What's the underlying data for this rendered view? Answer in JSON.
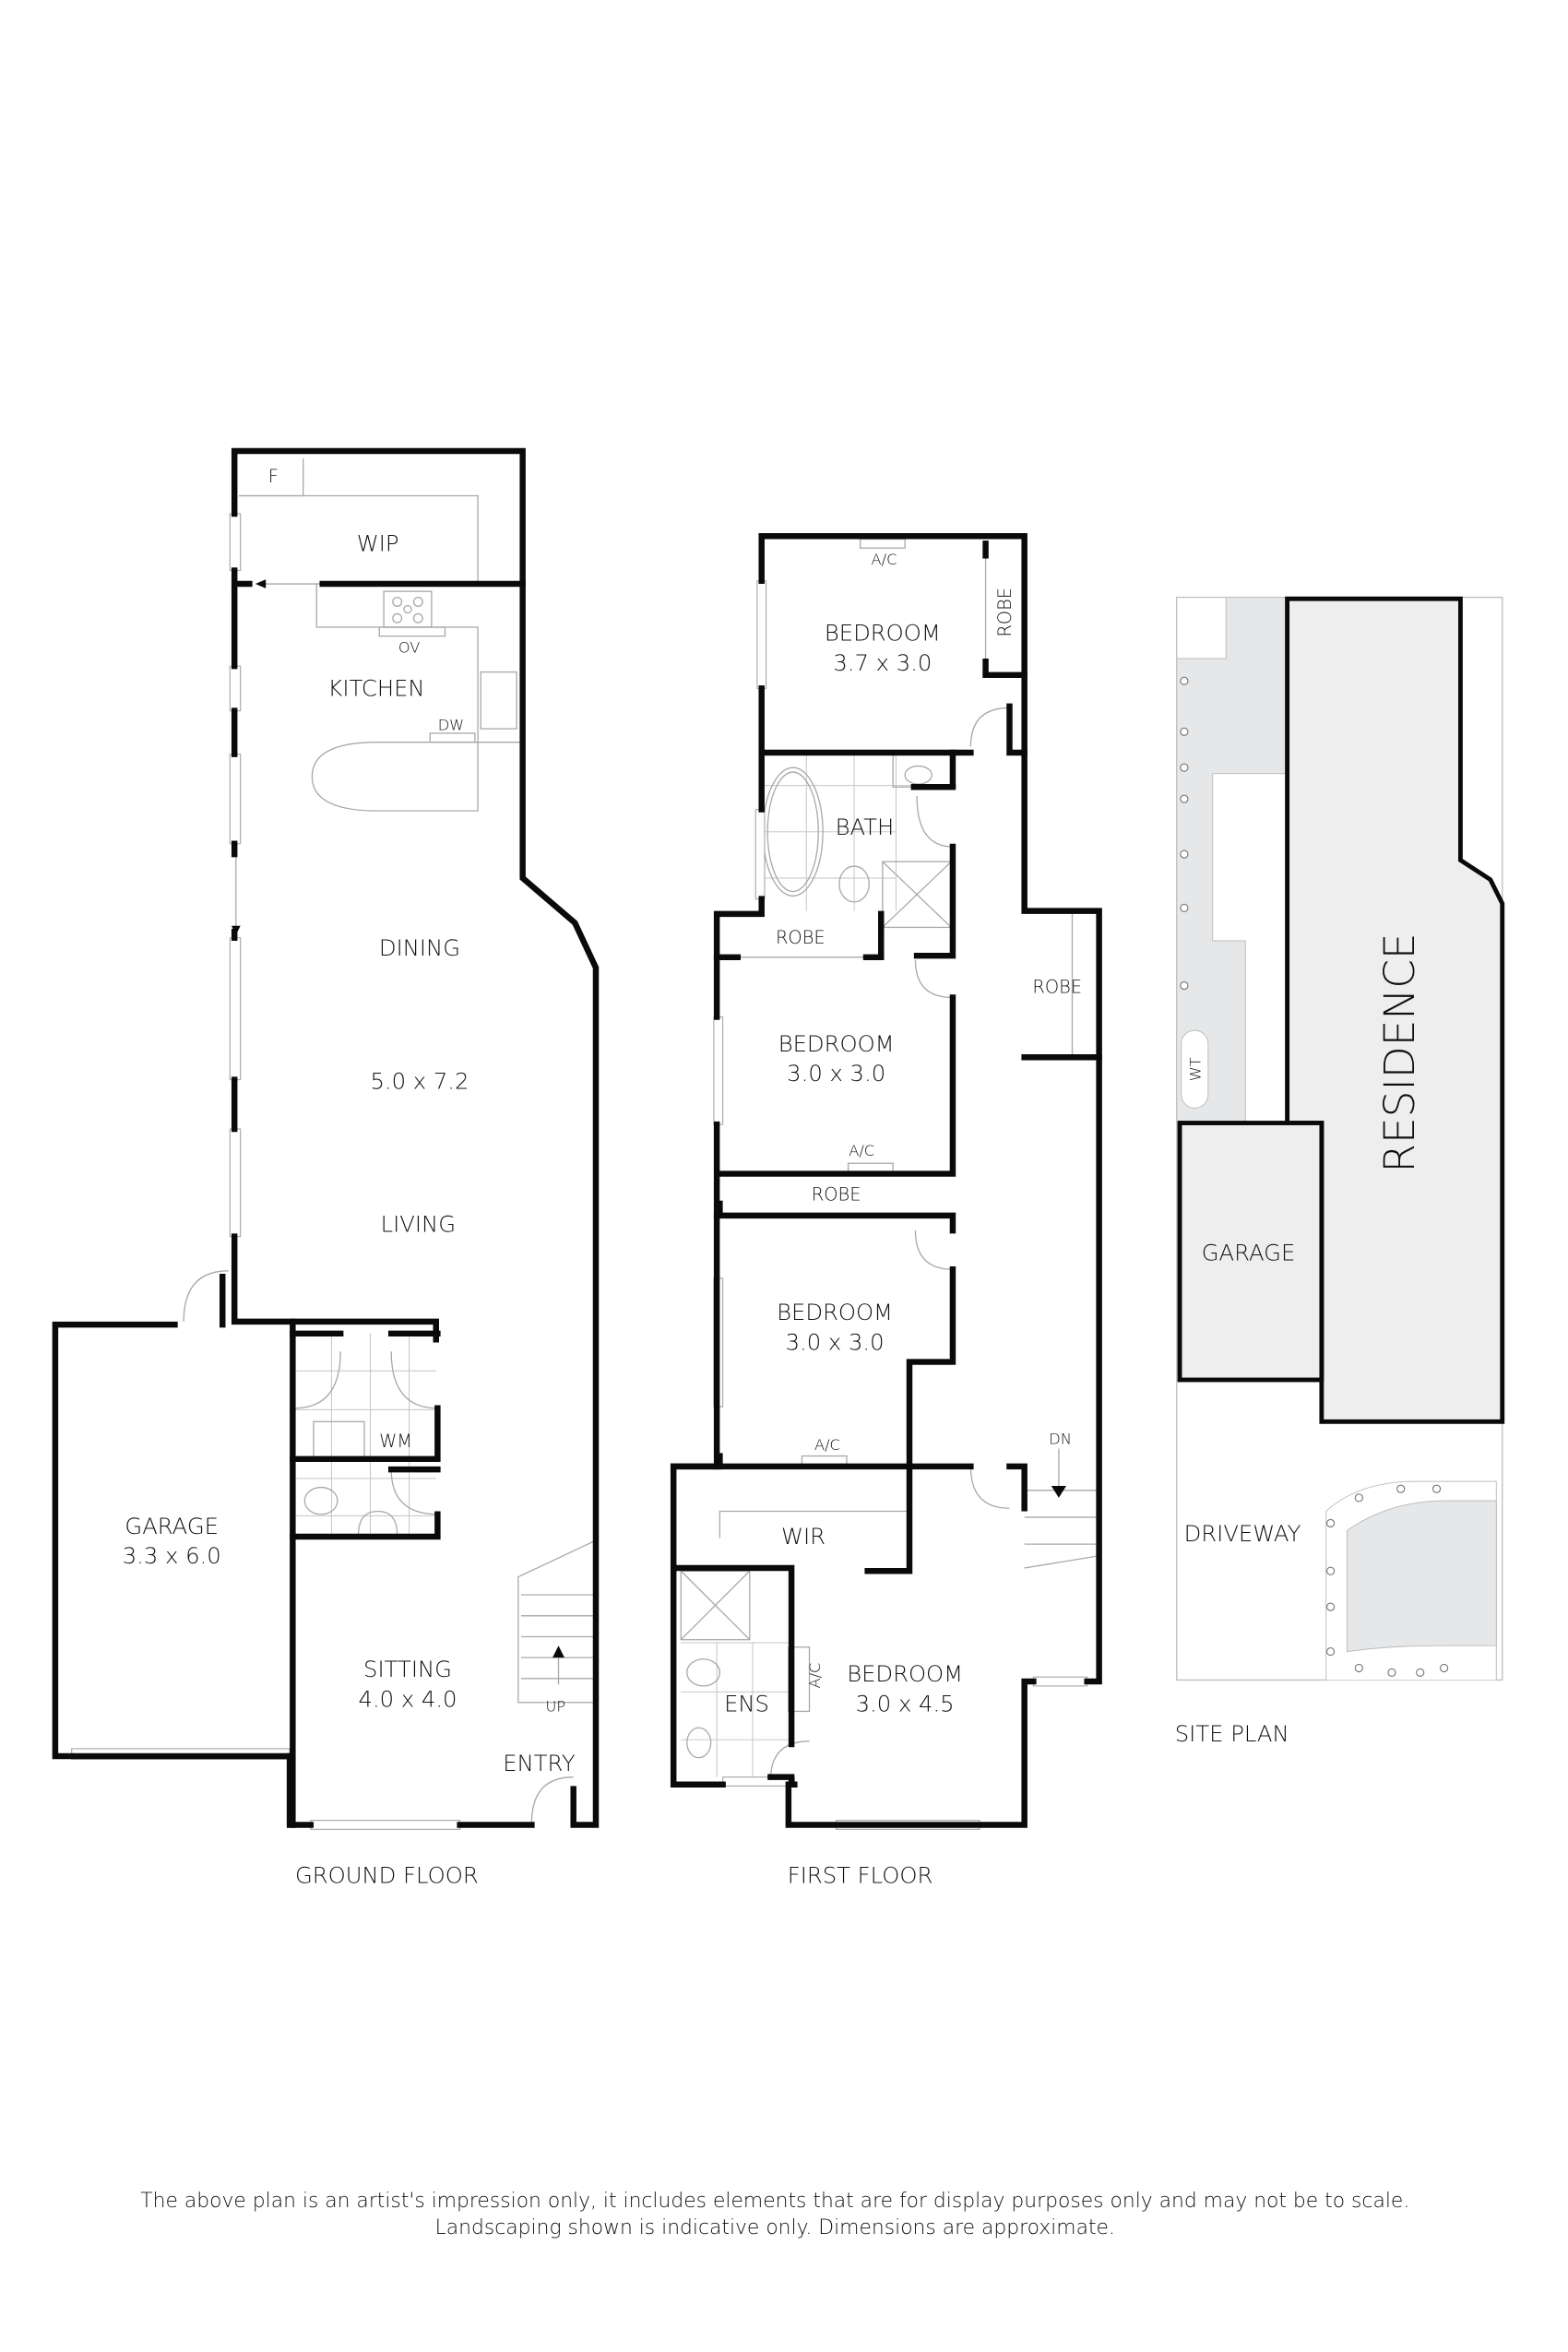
{
  "ground_floor": {
    "title": "GROUND FLOOR",
    "rooms": {
      "fridge": "F",
      "wip": "WIP",
      "oven": "OV",
      "kitchen": "KITCHEN",
      "dishwasher": "DW",
      "dining": "DINING",
      "dining_living_size": "5.0 x 7.2",
      "living": "LIVING",
      "garage": "GARAGE",
      "garage_size": "3.3 x 6.0",
      "washing_machine": "WM",
      "sitting": "SITTING",
      "sitting_size": "4.0 x 4.0",
      "stairs_up": "UP",
      "entry": "ENTRY"
    }
  },
  "first_floor": {
    "title": "FIRST FLOOR",
    "rooms": {
      "bed1_ac": "A/C",
      "bed1": "BEDROOM",
      "bed1_size": "3.7 x 3.0",
      "bed1_robe": "ROBE",
      "bath": "BATH",
      "robe_a": "ROBE",
      "robe_hall": "ROBE",
      "bed2": "BEDROOM",
      "bed2_size": "3.0 x 3.0",
      "bed2_ac": "A/C",
      "robe_b": "ROBE",
      "bed3": "BEDROOM",
      "bed3_size": "3.0 x 3.0",
      "bed3_ac": "A/C",
      "stairs_down": "DN",
      "wir": "WIR",
      "ens": "ENS",
      "master_ac": "A/C",
      "master": "BEDROOM",
      "master_size": "3.0 x 4.5"
    }
  },
  "site_plan": {
    "title": "SITE PLAN",
    "residence": "RESIDENCE",
    "garage": "GARAGE",
    "driveway": "DRIVEWAY",
    "water_tank": "WT"
  },
  "disclaimer": {
    "line1": "The above plan is an artist's impression only, it includes elements that are for display purposes only and may not be to scale.",
    "line2": "Landscaping shown is indicative only. Dimensions are approximate."
  },
  "colors": {
    "wall": "#0a0a0a",
    "fixture_line": "#a8a8a8",
    "site_fill": "#eeeeee",
    "landscape_fill": "#e6e7e8"
  }
}
